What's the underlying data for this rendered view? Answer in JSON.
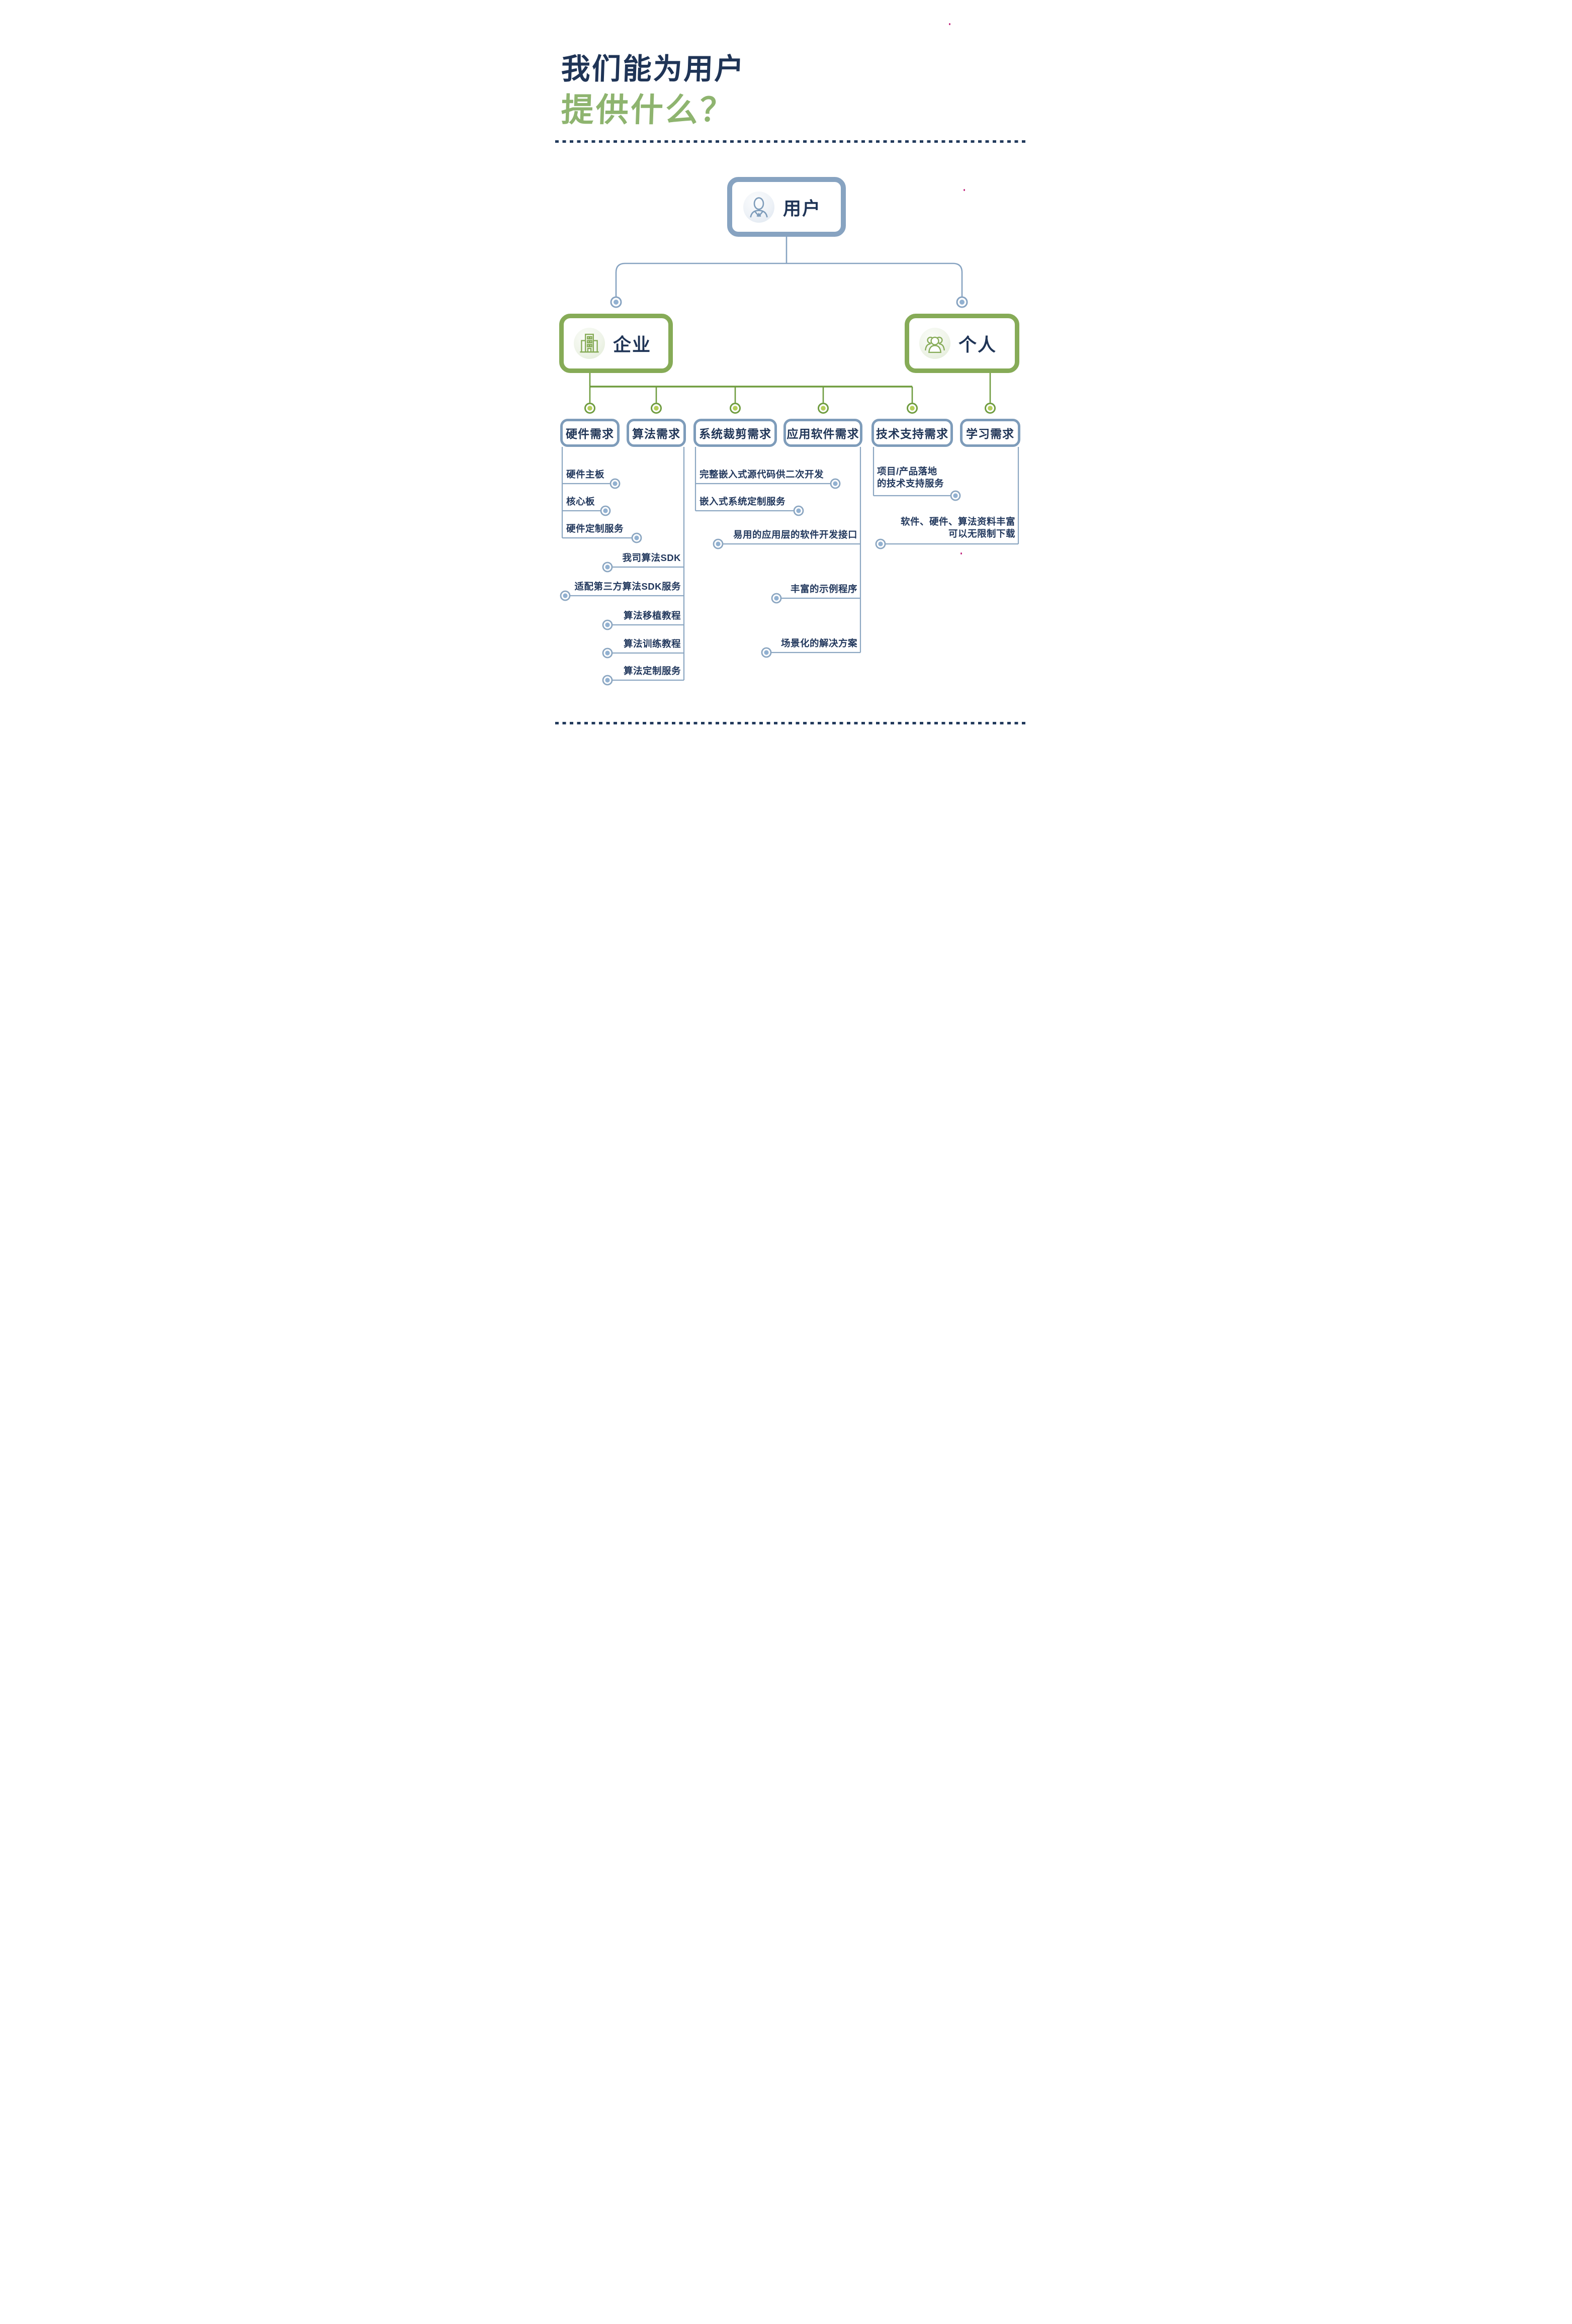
{
  "title": {
    "line1": "我们能为用户",
    "line2": "提供什么？"
  },
  "root": {
    "label": "用户",
    "icon": "user-icon"
  },
  "level2": [
    {
      "id": "enterprise",
      "label": "企业",
      "icon": "building-icon"
    },
    {
      "id": "personal",
      "label": "个人",
      "icon": "people-icon"
    }
  ],
  "categories": [
    {
      "label": "硬件需求",
      "items": [
        {
          "l1": "硬件主板"
        },
        {
          "l1": "核心板"
        },
        {
          "l1": "硬件定制服务"
        }
      ]
    },
    {
      "label": "算法需求",
      "items": [
        {
          "l1": "我司算法SDK"
        },
        {
          "l1": "适配第三方算法SDK服务"
        },
        {
          "l1": "算法移植教程"
        },
        {
          "l1": "算法训练教程"
        },
        {
          "l1": "算法定制服务"
        }
      ]
    },
    {
      "label": "系统裁剪需求",
      "items": [
        {
          "l1": "完整嵌入式源代码供二次开发"
        },
        {
          "l1": "嵌入式系统定制服务"
        }
      ]
    },
    {
      "label": "应用软件需求",
      "items": [
        {
          "l1": "易用的应用层的软件开发接口"
        },
        {
          "l1": "丰富的示例程序"
        },
        {
          "l1": "场景化的解决方案"
        }
      ]
    },
    {
      "label": "技术支持需求",
      "items": [
        {
          "l1": "项目/产品落地",
          "l2": "的技术支持服务"
        }
      ]
    },
    {
      "label": "学习需求",
      "items": [
        {
          "l1": "软件、硬件、算法资料丰富",
          "l2": "可以无限制下载"
        }
      ]
    }
  ],
  "colors": {
    "navy_text": "#1f3456",
    "title_green": "#8eb46f",
    "blue_line": "#87a3c1",
    "blue_box_border": "#7e9cba",
    "blue_dot_fill": "#92b1d1",
    "green_border": "#86ab57",
    "green_line": "#6f9c3f",
    "green_dot_fill": "#b5cf5a",
    "artifact_pink": "#c2267d"
  }
}
